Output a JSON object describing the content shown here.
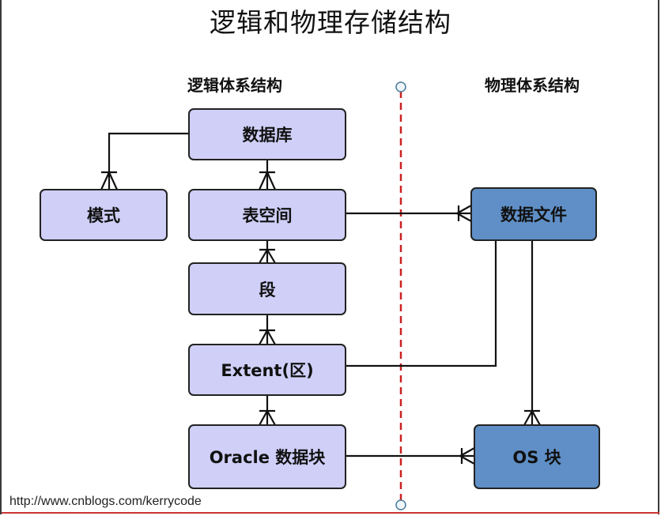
{
  "title": "逻辑和物理存储结构",
  "logical_heading": "逻辑体系结构",
  "physical_heading": "物理体系结构",
  "logical_boxes": {
    "database": "数据库",
    "schema": "模式",
    "tablespace": "表空间",
    "segment": "段",
    "extent": "Extent(区)",
    "oracle_block": "Oracle 数据块"
  },
  "physical_boxes": {
    "datafile": "数据文件",
    "os_block": "OS 块"
  },
  "footer_url": "http://www.cnblogs.com/kerrycode",
  "colors": {
    "logical_fill": "#cfcff8",
    "physical_fill": "#5f8fc6",
    "divider": "#cc2222",
    "bottom_line": "#cc3333"
  }
}
